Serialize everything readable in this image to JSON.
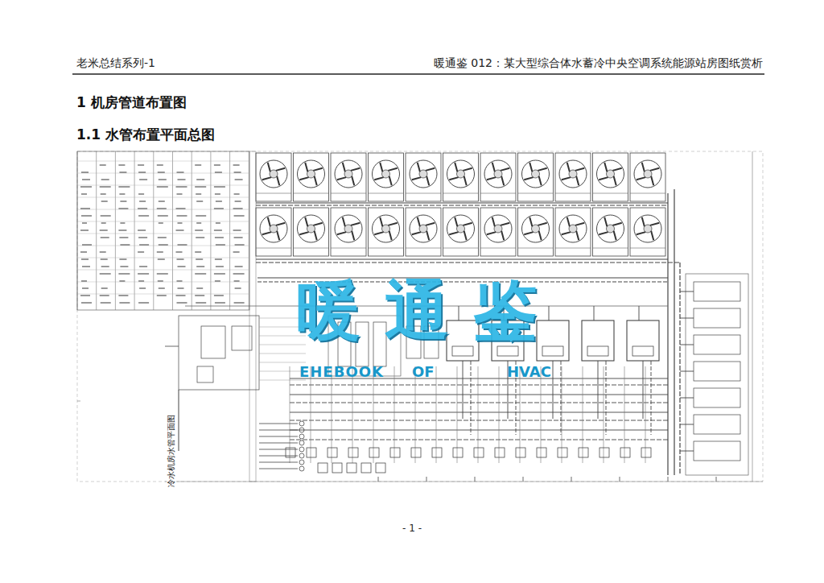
{
  "diagram": {
    "labels": [
      "老米总结系列-1",
      "暖通鉴 012：某大型综合体水蓄冷中央空调系统能源站房图纸赏析",
      "1 机房管道布置图",
      "1.1 水管布置平面总图",
      "暖通鉴",
      "EHEBOOK",
      "OF",
      "HVAC",
      "冷水机房水管平面图",
      "- 1 -"
    ]
  }
}
